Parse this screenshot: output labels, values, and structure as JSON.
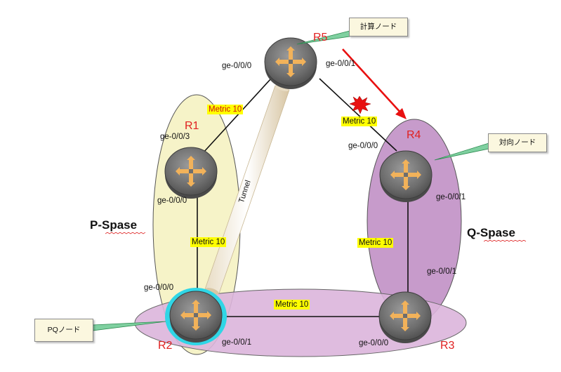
{
  "spaces": {
    "p": "P-Spase",
    "q": "Q-Spase"
  },
  "routers": {
    "r1": "R1",
    "r2": "R2",
    "r3": "R3",
    "r4": "R4",
    "r5": "R5"
  },
  "interfaces": {
    "r5_left": "ge-0/0/0",
    "r5_right": "ge-0/0/1",
    "r1_top": "ge-0/0/3",
    "r1_bottom": "ge-0/0/0",
    "r4_left": "ge-0/0/0",
    "r4_bottom": "ge-0/0/1",
    "r3_top": "ge-0/0/1",
    "r3_left": "ge-0/0/0",
    "r2_top": "ge-0/0/0",
    "r2_right": "ge-0/0/1"
  },
  "metrics": {
    "r5_r1": "Metric 10",
    "r5_r4": "Metric 10",
    "r1_r2": "Metric 10",
    "r4_r3": "Metric 10",
    "r2_r3": "Metric 10"
  },
  "tunnel_label": "Tunnel",
  "callouts": {
    "compute": "計算ノード",
    "remote": "対向ノード",
    "pq": "PQノード"
  },
  "colors": {
    "p_space_fill": "#f6f3c8",
    "q_space_fill": "#c79bcb",
    "router_body": "#7a7a7a",
    "router_arrows": "#f2b25a",
    "pq_highlight": "#2fd6e6",
    "router_label": "#e02020",
    "metric_bg": "#ffff00",
    "failure_arrow": "#e81010"
  }
}
